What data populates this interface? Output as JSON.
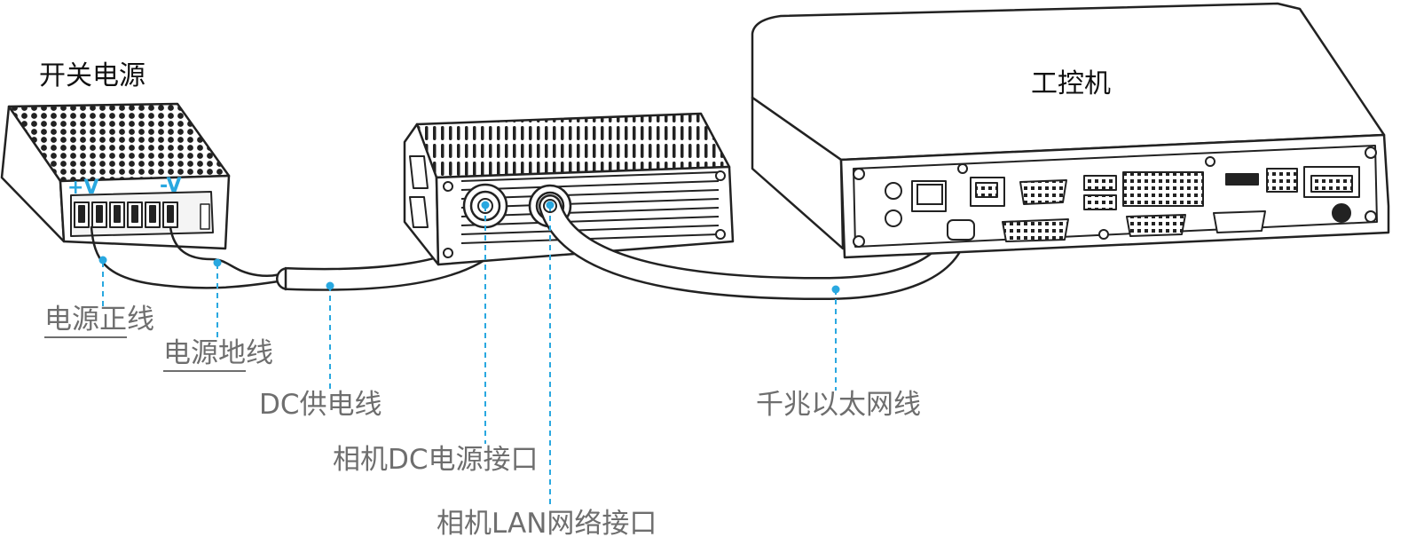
{
  "devices": {
    "power_supply": "开关电源",
    "ipc": "工控机",
    "pos_terminal": "+V",
    "neg_terminal": "-V"
  },
  "labels": {
    "power_positive": {
      "underlined": "电源正",
      "rest": "线"
    },
    "power_ground": {
      "underlined": "电源地",
      "rest": "线"
    },
    "dc_cable": "DC供电线",
    "camera_dc_port": "相机DC电源接口",
    "camera_lan_port": "相机LAN网络接口",
    "gigabit_cable": "千兆以太网线"
  },
  "colors": {
    "line_art": "#222222",
    "callout": "#29a8e0",
    "label_text": "#6e6e6e"
  }
}
